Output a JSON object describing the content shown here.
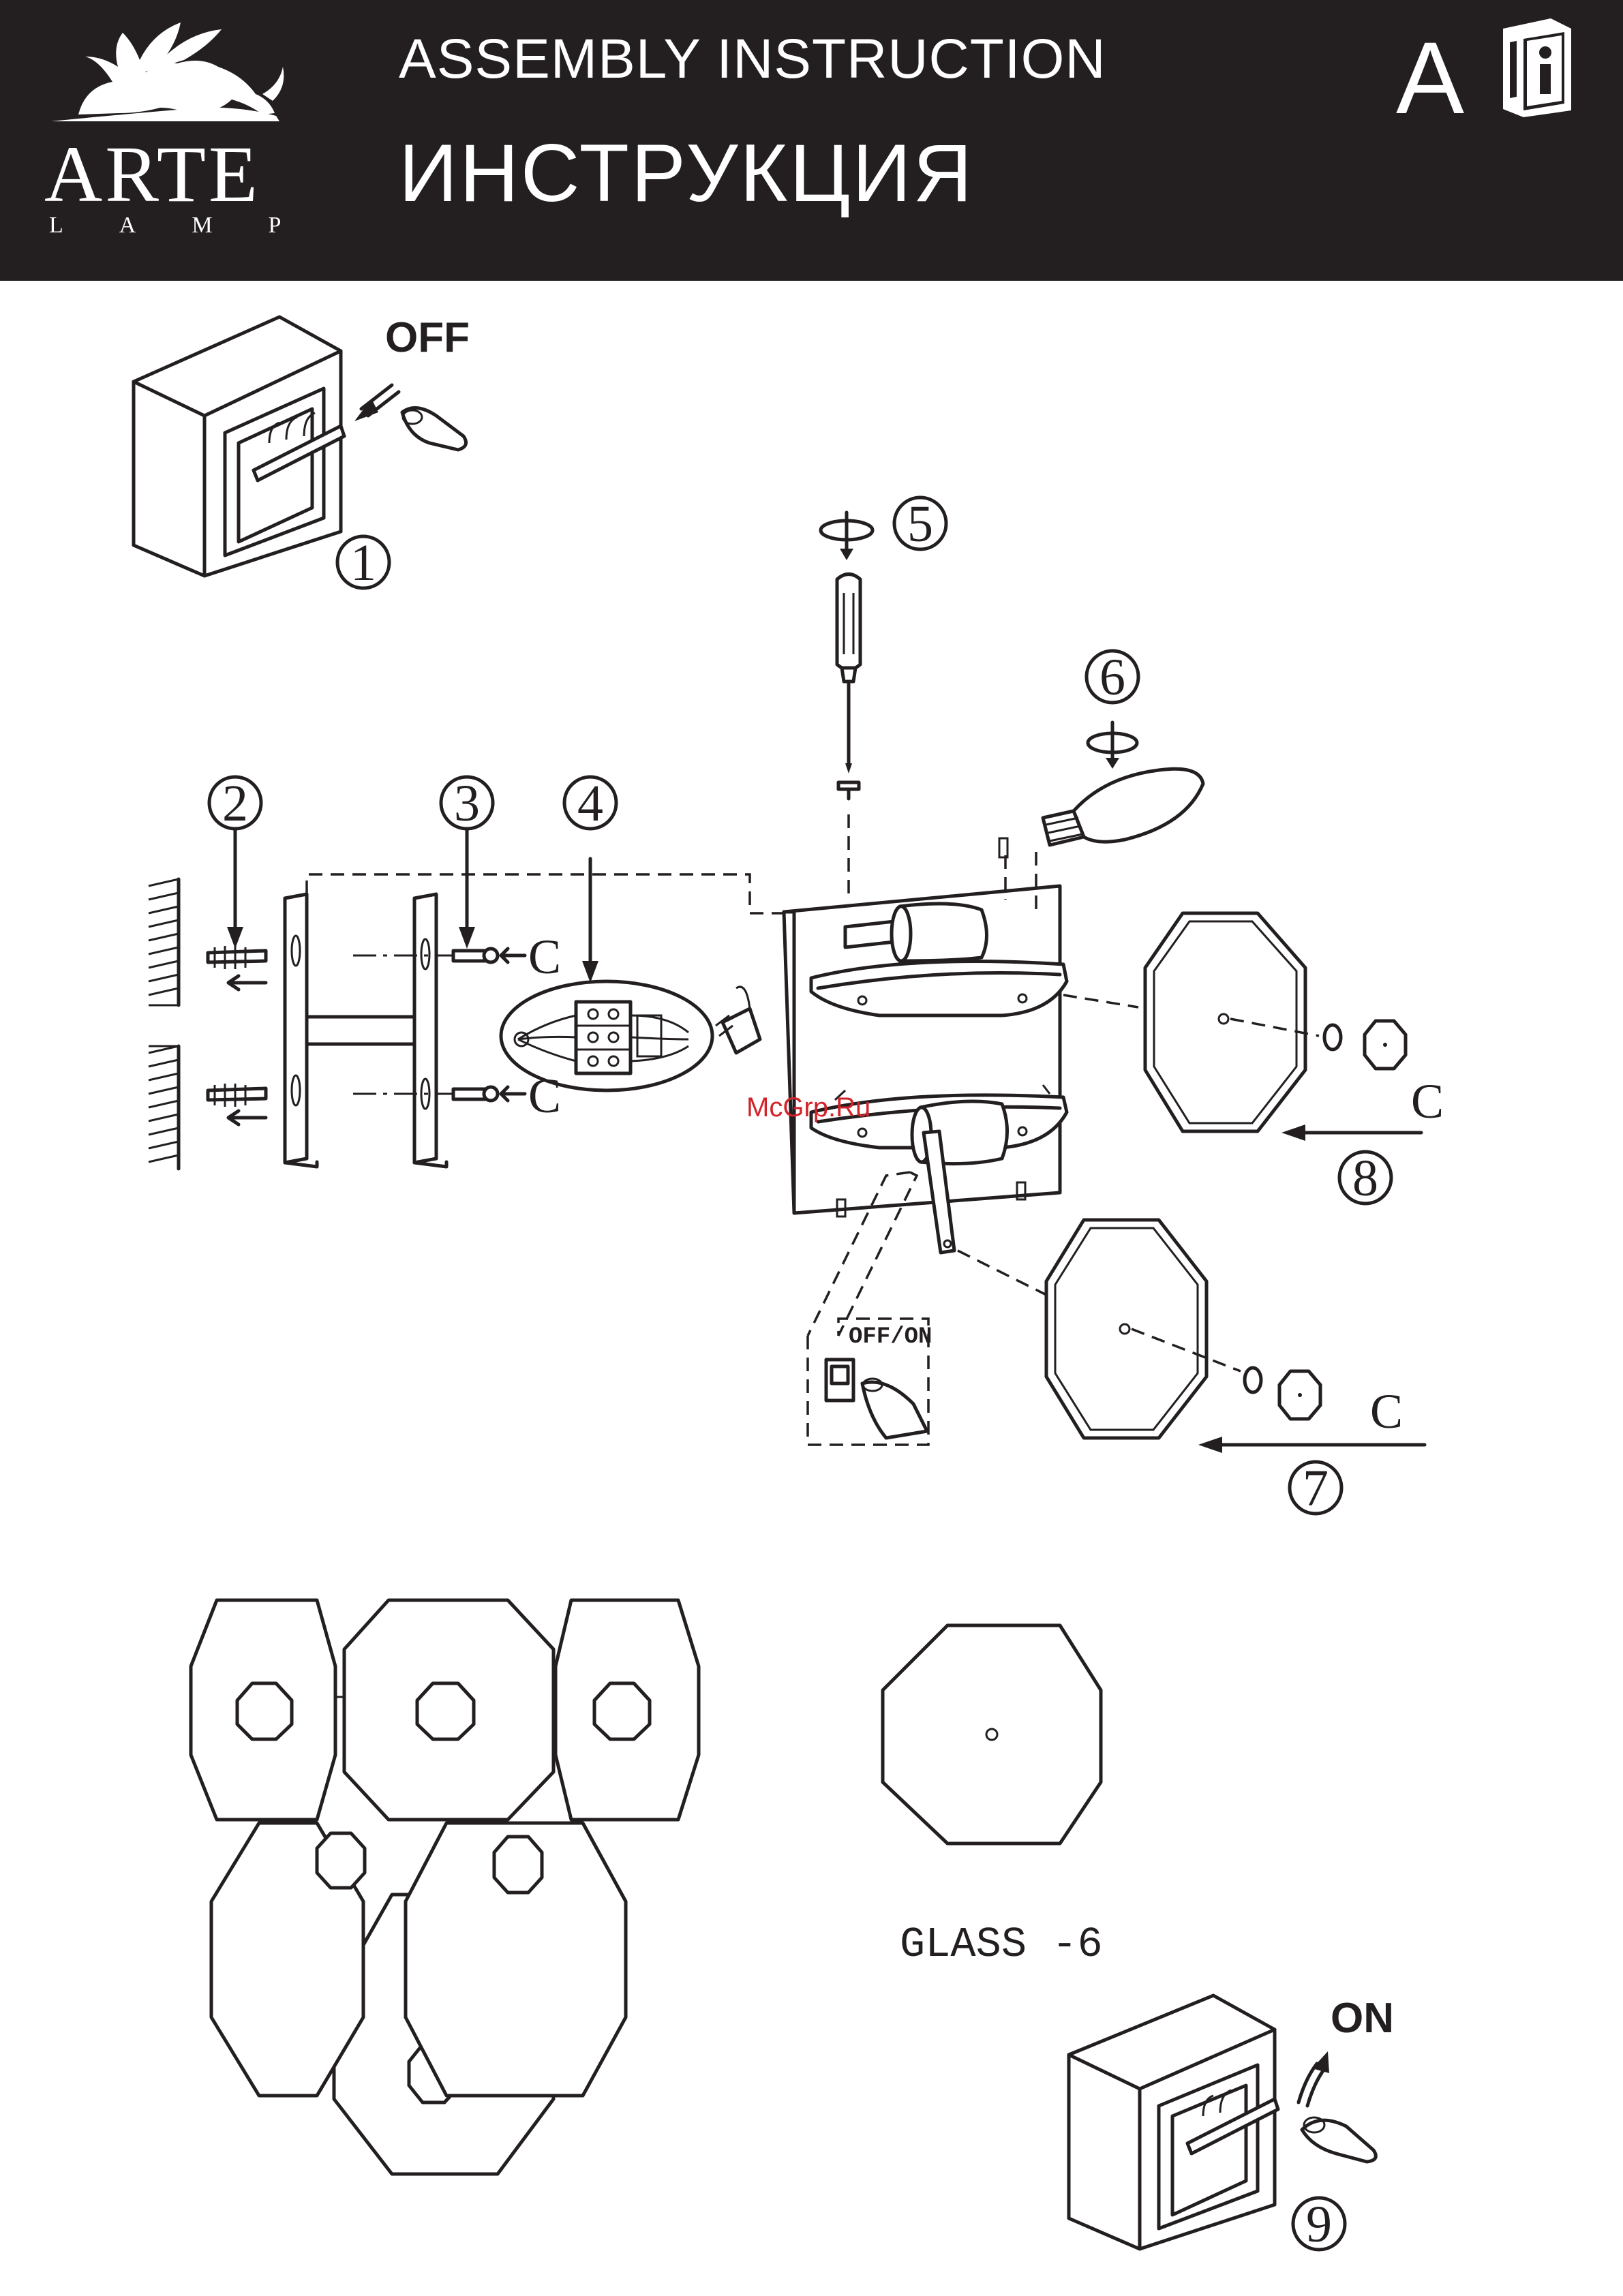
{
  "header": {
    "title_en": "ASSEMBLY  INSTRUCTION",
    "title_ru": "ИНСТРУКЦИЯ",
    "brand_name": "ARTE",
    "brand_sub": "LAMP",
    "version_letter": "A",
    "colors": {
      "background": "#231f20",
      "text": "#ffffff"
    },
    "icons": [
      "winged-lion-logo-icon",
      "instruction-book-icon"
    ]
  },
  "steps": {
    "s1": "1",
    "s2": "2",
    "s3": "3",
    "s4": "4",
    "s5": "5",
    "s6": "6",
    "s7": "7",
    "s8": "8",
    "s9": "9"
  },
  "labels": {
    "off": "OFF",
    "on": "ON",
    "off_on": "OFF/ON",
    "glass": "GLASS  -6",
    "rotate_symbol": "C"
  },
  "watermark": {
    "text": "McGrp.Ru",
    "color": "#d2232a"
  }
}
